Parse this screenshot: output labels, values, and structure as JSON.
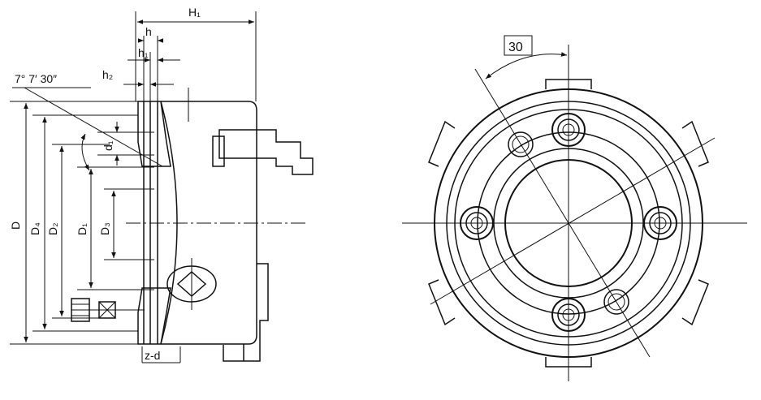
{
  "side_view": {
    "labels": {
      "H1": "H₁",
      "h": "h",
      "h1": "h₁",
      "h2": "h₂",
      "angle": "7° 7′ 30″",
      "d1": "d₁",
      "D": "D",
      "D4": "D₄",
      "D2": "D₂",
      "D1": "D₁",
      "D3": "D₃",
      "zd": "z-d"
    }
  },
  "front_view": {
    "angle_label": "30"
  },
  "icons": [
    "angle-arrow-icon",
    "bolt-hole-icon",
    "mounting-screw-icon"
  ]
}
